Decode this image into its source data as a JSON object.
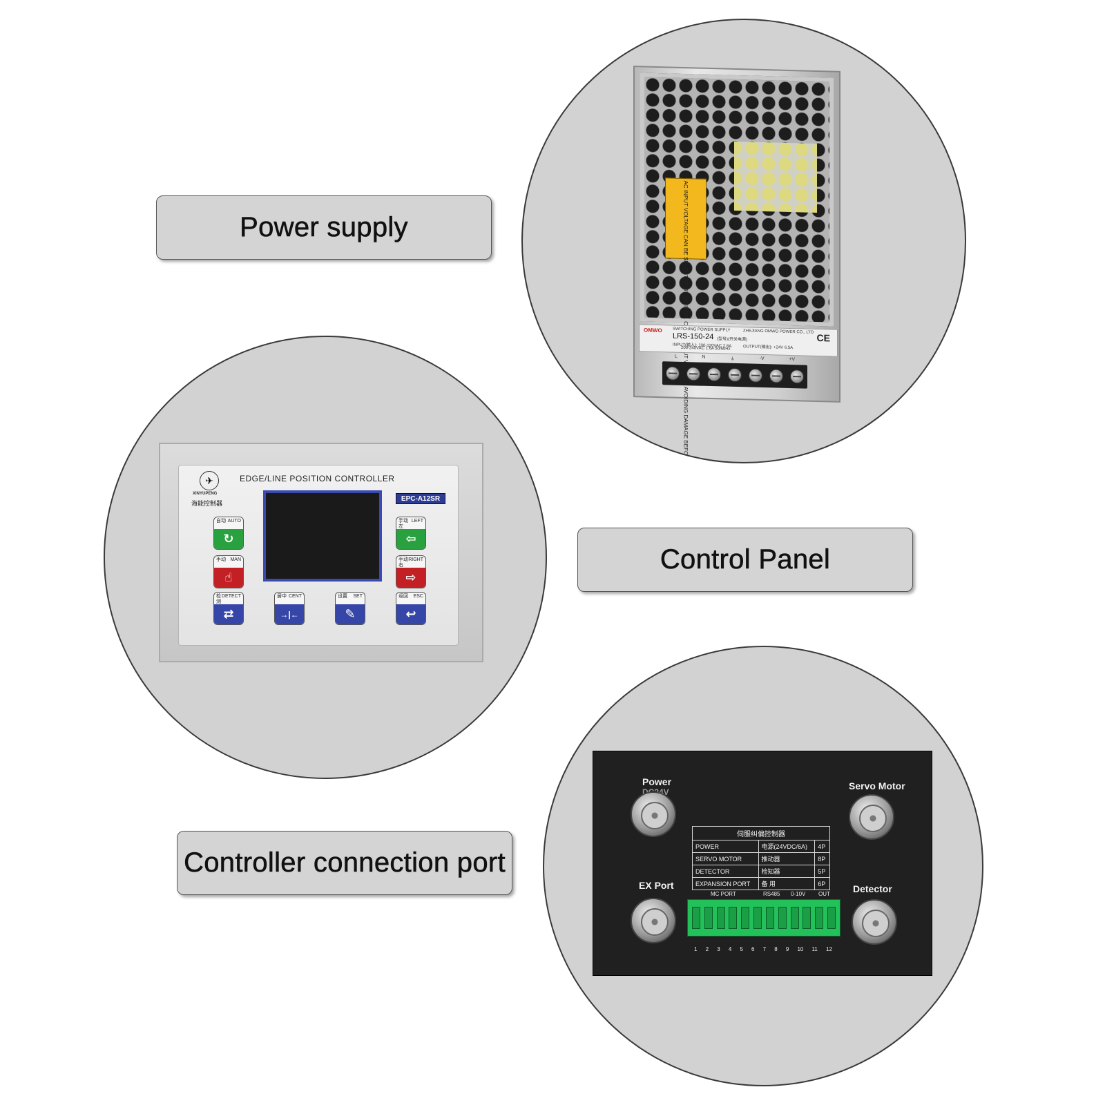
{
  "labels": {
    "power_supply": "Power supply",
    "control_panel": "Control Panel",
    "connection_port": "Controller connection port"
  },
  "power_supply_unit": {
    "brand": "OMWO",
    "warning_text": "AC INPUT VOLTAGE CAN BE SELECTED BY SWITCH. CHECK INPUT VOLTAGE AVOIDING DAMAGE BEFORE POWER ON",
    "label_title": "SWITCHING POWER SUPPLY",
    "model": "LRS-150-24",
    "model_note": "(型号)(开关电源)",
    "input_line1": "INPUT(输入): 100-120VAC 2.8A",
    "input_line2": "200-240VAC 1.6A 50/60Hz",
    "output_line": "OUTPUT(输出): +24V 6.5A",
    "maker": "ZHEJIANG OMWO POWER CO., LTD",
    "cert": "CE",
    "terminals": [
      "L",
      "N",
      "⏚",
      "-V",
      "+V"
    ]
  },
  "controller": {
    "brand": "XINYUPENG",
    "brand_cn": "海能控制器",
    "title": "EDGE/LINE POSITION CONTROLLER",
    "model": "EPC-A12SR",
    "keys": {
      "auto": {
        "cn": "自动",
        "en": "AUTO",
        "glyph": "↻"
      },
      "man": {
        "cn": "手动",
        "en": "MAN",
        "glyph": "☝"
      },
      "detect": {
        "cn": "检测",
        "en": "DETECT",
        "glyph": "⇄"
      },
      "left": {
        "cn": "手动左",
        "en": "LEFT",
        "glyph": "⇦"
      },
      "right": {
        "cn": "手动右",
        "en": "RIGHT",
        "glyph": "⇨"
      },
      "esc": {
        "cn": "返回",
        "en": "ESC",
        "glyph": "↩"
      },
      "cent": {
        "cn": "居中",
        "en": "CENT",
        "glyph": "→|←"
      },
      "set": {
        "cn": "设置",
        "en": "SET",
        "glyph": "✎"
      }
    }
  },
  "port_panel": {
    "power_label": "Power",
    "power_sub": "DC24V",
    "servo_label": "Servo Motor",
    "ex_label": "EX Port",
    "detector_label": "Detector",
    "table": {
      "title": "伺服纠偏控制器",
      "rows": [
        {
          "name": "POWER",
          "cn": "电源(24VDC/6A)",
          "pins": "4P"
        },
        {
          "name": "SERVO MOTOR",
          "cn": "推动器",
          "pins": "8P"
        },
        {
          "name": "DETECTOR",
          "cn": "检知器",
          "pins": "5P"
        },
        {
          "name": "EXPANSION PORT",
          "cn": "备 用",
          "pins": "6P"
        }
      ]
    },
    "terminal_headers": {
      "mc": "MC PORT",
      "rs": "RS485",
      "v": "0-10V",
      "out": "OUT"
    },
    "pins": [
      "1",
      "2",
      "3",
      "4",
      "5",
      "6",
      "7",
      "8",
      "9",
      "10",
      "11",
      "12"
    ]
  },
  "colors": {
    "circle_bg": "#d2d2d2",
    "label_bg": "#d4d4d4",
    "key_green": "#2aa13f",
    "key_red": "#c32026",
    "key_blue": "#3646a8",
    "terminal_green": "#22c15a"
  }
}
